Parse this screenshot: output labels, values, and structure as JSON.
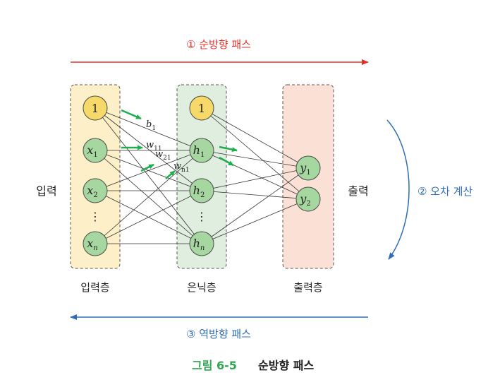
{
  "forward_pass": {
    "label": "① 순방향 패스",
    "color": "#e8302a"
  },
  "error_calc": {
    "label": "② 오차 계산",
    "color": "#2f6db5"
  },
  "backward_pass": {
    "label": "③ 역방향 패스",
    "color": "#2f6db5"
  },
  "caption": {
    "number": "그림 6-5",
    "title": "순방향 패스",
    "number_color": "#2ea84f"
  },
  "side_labels": {
    "input": "입력",
    "output": "출력"
  },
  "layers": {
    "input": {
      "label": "입력층",
      "fill": "#fdf0c8",
      "nodes": [
        {
          "main": "1",
          "sub": "",
          "kind": "bias"
        },
        {
          "main": "x",
          "sub": "1",
          "kind": "neuron"
        },
        {
          "main": "x",
          "sub": "2",
          "kind": "neuron"
        },
        {
          "main": "x",
          "sub": "n",
          "kind": "neuron"
        }
      ],
      "ellipsis": "⋮"
    },
    "hidden": {
      "label": "은닉층",
      "fill": "#dfeede",
      "nodes": [
        {
          "main": "1",
          "sub": "",
          "kind": "bias"
        },
        {
          "main": "h",
          "sub": "1",
          "kind": "neuron"
        },
        {
          "main": "h",
          "sub": "2",
          "kind": "neuron"
        },
        {
          "main": "h",
          "sub": "n",
          "kind": "neuron"
        }
      ],
      "ellipsis": "⋮"
    },
    "output": {
      "label": "출력층",
      "fill": "#fbe0d6",
      "nodes": [
        {
          "main": "y",
          "sub": "1",
          "kind": "neuron"
        },
        {
          "main": "y",
          "sub": "2",
          "kind": "neuron"
        }
      ]
    }
  },
  "weight_labels": [
    {
      "main": "b",
      "sub": "1"
    },
    {
      "main": "w",
      "sub": "11"
    },
    {
      "main": "w",
      "sub": "21"
    },
    {
      "main": "w",
      "sub": "n1"
    }
  ],
  "colors": {
    "bias_node": "#f7d96a",
    "neuron_node": "#a6d7a0",
    "node_stroke": "#4a4a4a",
    "edge": "#333333",
    "flow_arrow": "#1fae4e"
  }
}
